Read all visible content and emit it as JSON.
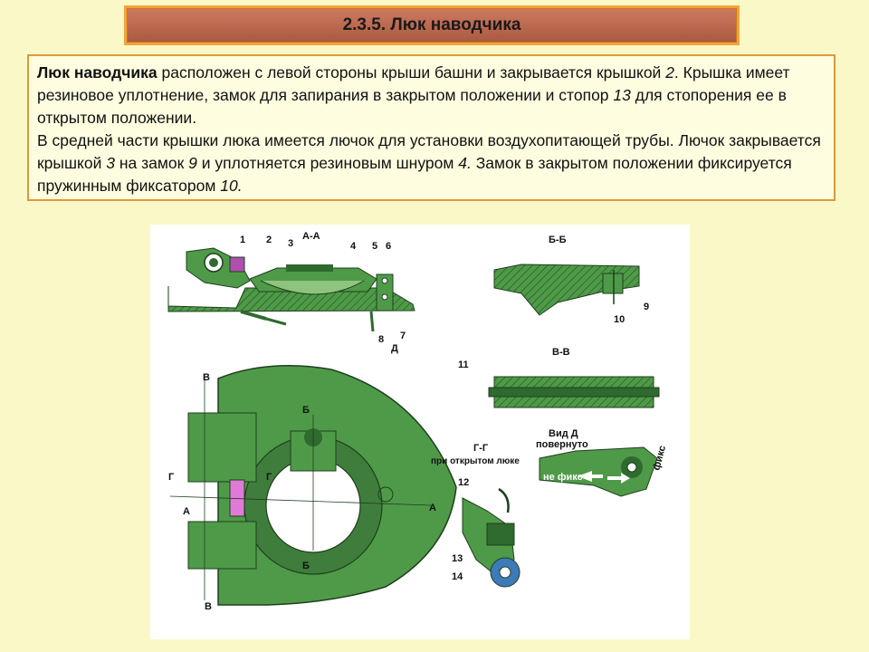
{
  "title": "2.3.5. Люк наводчика",
  "description": {
    "p1": {
      "lead": "Люк наводчика",
      "s1": " расположен с левой стороны крыши башни и закрывается крышкой ",
      "n2": "2",
      "s2": ". Крышка имеет резиновое уплотнение, замок для запирания в закрытом положении и стопор ",
      "n13": "13",
      "s3": " для стопорения ее в открытом положении."
    },
    "p2": {
      "s1": "В средней части крышки люка имеется лючок для установки воздухопитающей трубы. Лючок закрывается крышкой ",
      "n3": "3",
      "s2": " на замок ",
      "n9": "9",
      "s3": " и уплотняется резиновым шнуром ",
      "n4": "4.",
      "s4": " Замок в закрытом положении фиксируется пружинным фиксатором ",
      "n10": "10."
    }
  },
  "drawing": {
    "section_aa": "А-А",
    "section_bb": "Б-Б",
    "section_vv": "В-В",
    "section_gg": "Г-Г",
    "gg_note": "при открытом люке",
    "view_d_line1": "Вид Д",
    "view_d_line2": "повернуто",
    "not_fixed": "не фикс",
    "fixed": "фикс",
    "callouts": {
      "c1": "1",
      "c2": "2",
      "c3": "3",
      "c4": "4",
      "c5": "5",
      "c6": "6",
      "c7": "7",
      "c8": "8",
      "c9": "9",
      "c10": "10",
      "c11": "11",
      "c12": "12",
      "c13": "13",
      "c14": "14",
      "d": "Д"
    },
    "cut_marks": {
      "v_top": "В",
      "v_bottom": "В",
      "b_top": "Б",
      "b_bottom": "Б",
      "g_left": "Г",
      "g_right": "Г",
      "a_left": "А",
      "a_right": "А"
    }
  },
  "colors": {
    "background": "#fbf8c7",
    "title_fill": "#b8664a",
    "title_border": "#f2a33a",
    "text_border": "#d99a3c",
    "part_green": "#4f9a48",
    "dark_green": "#2f6a2e",
    "ring_green": "#3f7d3c",
    "seal_pink": "#e07ad8",
    "stopper_blue": "#3c7ab8"
  }
}
